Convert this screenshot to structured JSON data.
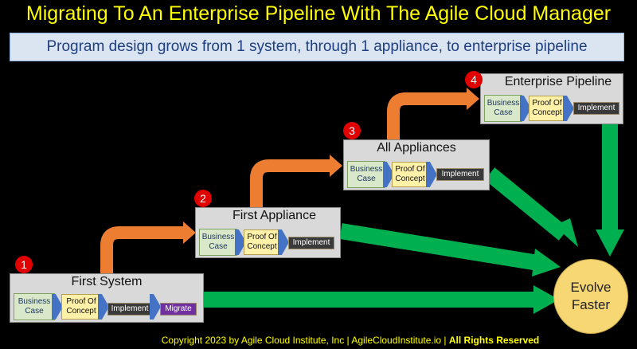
{
  "title": "Migrating To An Enterprise Pipeline With The Agile Cloud Manager",
  "subtitle": "Program design grows from 1 system, through 1 appliance, to enterprise pipeline",
  "stages": [
    {
      "badge": "1",
      "title": "First System",
      "steps": {
        "business": "Business\nCase",
        "poc": "Proof Of\nConcept",
        "implement": "Implement",
        "migrate": "Migrate"
      }
    },
    {
      "badge": "2",
      "title": "First Appliance",
      "steps": {
        "business": "Business\nCase",
        "poc": "Proof Of\nConcept",
        "implement": "Implement"
      }
    },
    {
      "badge": "3",
      "title": "All Appliances",
      "steps": {
        "business": "Business\nCase",
        "poc": "Proof Of\nConcept",
        "implement": "Implement"
      }
    },
    {
      "badge": "4",
      "title": "Enterprise Pipeline",
      "steps": {
        "business": "Business\nCase",
        "poc": "Proof Of\nConcept",
        "implement": "Implement"
      }
    }
  ],
  "goal": "Evolve\nFaster",
  "copyright": {
    "text": "Copyright 2023 by Agile Cloud Institute, Inc | AgileCloudInstitute.io | ",
    "bold": "All Rights Reserved"
  },
  "colors": {
    "title": "#ffff00",
    "progress_arrow": "#ed7d31",
    "outcome_arrow": "#00b050",
    "badge": "#e00000",
    "chevron": "#4472c4"
  }
}
